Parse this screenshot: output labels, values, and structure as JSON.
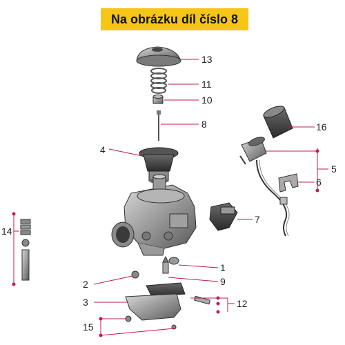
{
  "banner": {
    "text": "Na obrázku díl číslo 8",
    "color": "#f5c518"
  },
  "callouts": [
    "13",
    "11",
    "10",
    "8",
    "16",
    "4",
    "5",
    "6",
    "7",
    "14",
    "1",
    "2",
    "9",
    "3",
    "12",
    "15"
  ],
  "colors": {
    "line": "#c0185a",
    "metal": "#8a8a8a",
    "dark": "#3a3a3a",
    "label": "#222222"
  }
}
